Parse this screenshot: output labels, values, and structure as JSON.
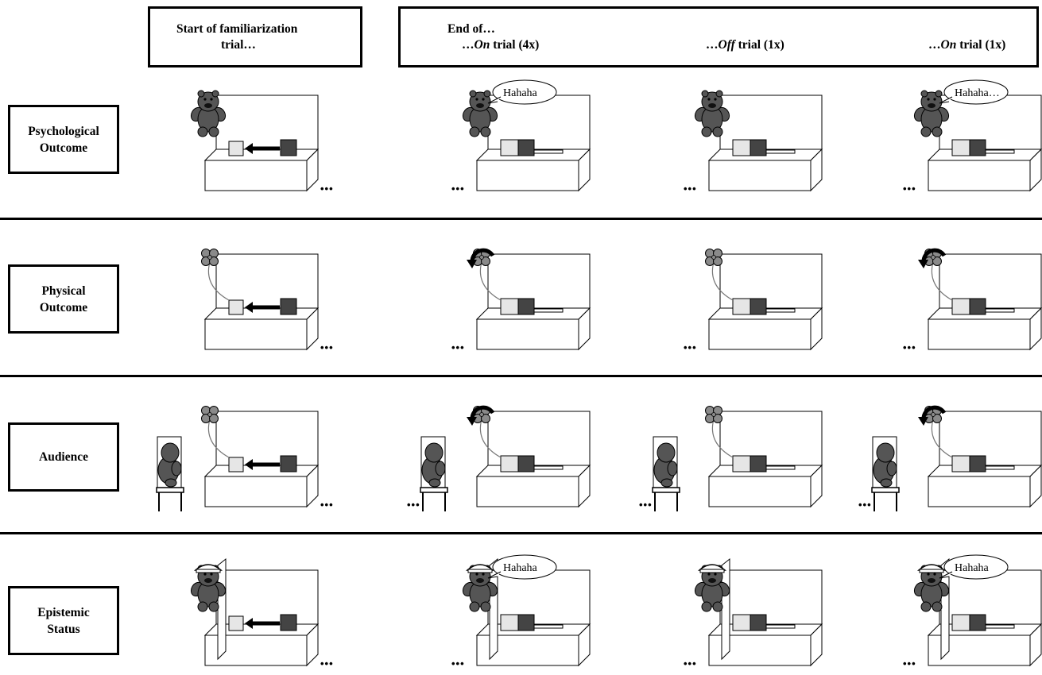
{
  "header": {
    "start": [
      "Start of familiarization",
      "trial…"
    ],
    "end_title": "End of…",
    "on_trial": {
      "prefix": "…",
      "word": "On",
      "suffix": " trial (4x)"
    },
    "off_trial": {
      "prefix": "…",
      "word": "Off",
      "suffix": " trial (1x)"
    },
    "on_trial_last": {
      "prefix": "…",
      "word": "On",
      "suffix": " trial (1x)"
    }
  },
  "rows": [
    {
      "label_lines": [
        "Psychological",
        "Outcome"
      ],
      "outcome": "laugh",
      "audience": false,
      "epistemic": false
    },
    {
      "label_lines": [
        "Physical",
        "Outcome"
      ],
      "outcome": "flower",
      "audience": false,
      "epistemic": false
    },
    {
      "label_lines": [
        "Audience"
      ],
      "outcome": "flower",
      "audience": true,
      "epistemic": false
    },
    {
      "label_lines": [
        "Epistemic",
        "Status"
      ],
      "outcome": "laugh",
      "audience": false,
      "epistemic": true
    }
  ],
  "speech": {
    "laugh_short": "Hahaha",
    "laugh_long": "Hahaha…",
    "laugh_trailer": "..."
  },
  "ellipsis": "•••",
  "colors": {
    "line": "#000000",
    "bear": "#555555",
    "box_light": "#e6e6e6",
    "box_dark": "#444444",
    "flower": "#8a8a8a"
  }
}
